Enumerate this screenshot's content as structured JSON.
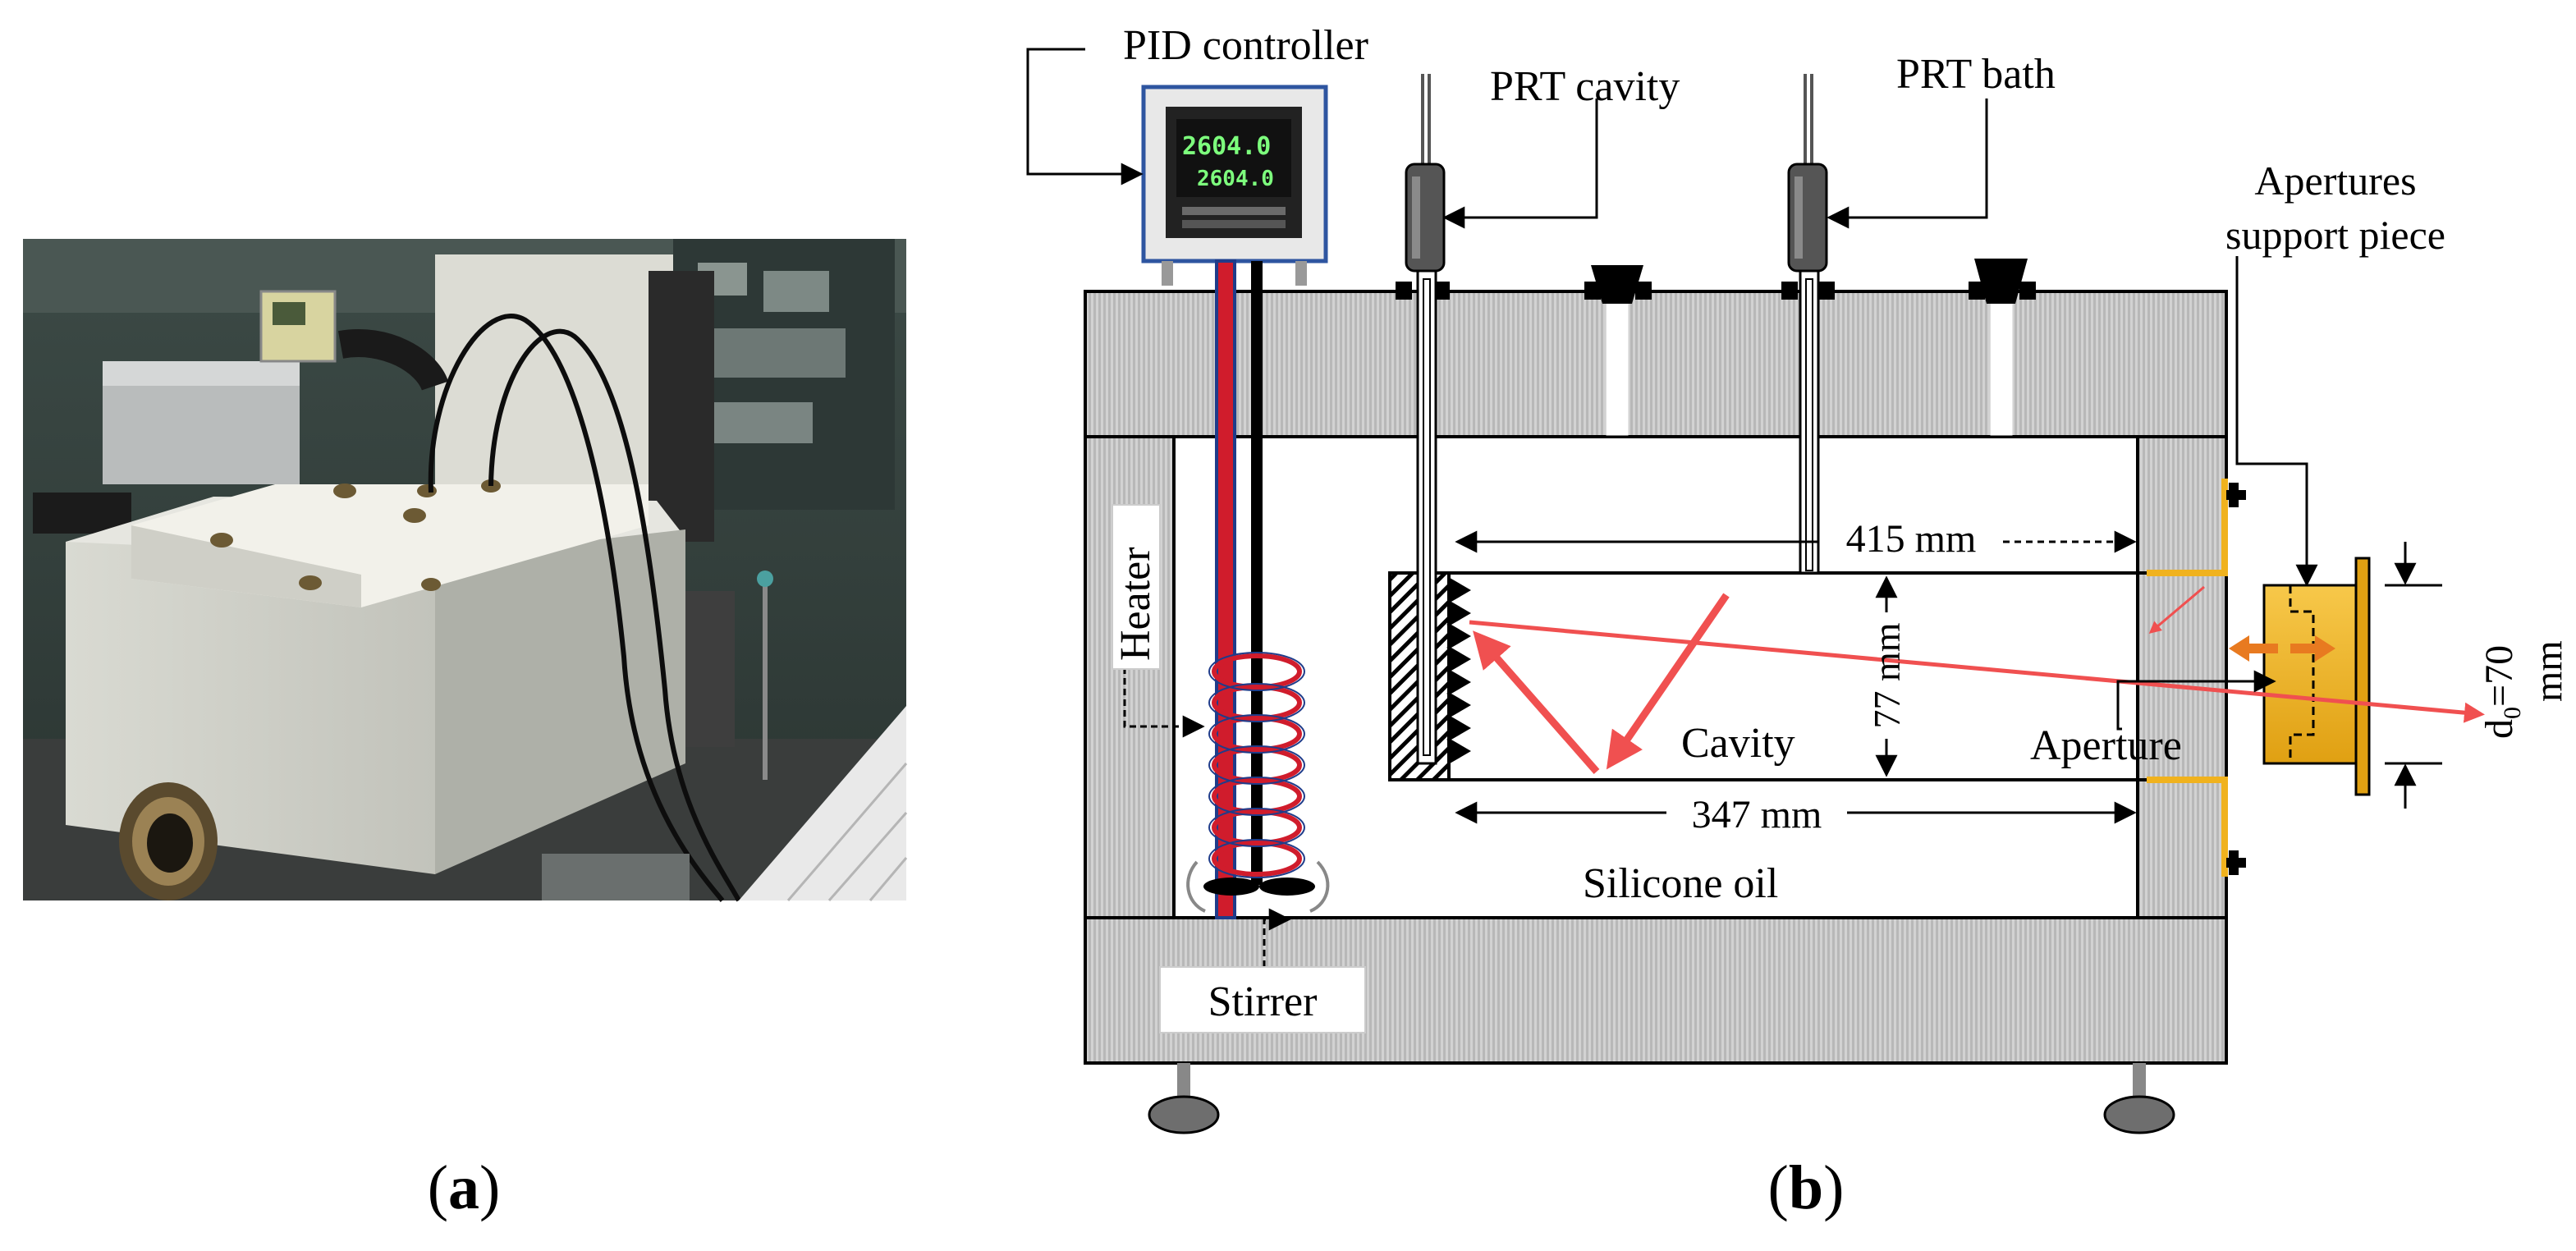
{
  "panel_a": {
    "caption_open": "(",
    "caption_letter": "a",
    "caption_close": ")"
  },
  "panel_b": {
    "caption_open": "(",
    "caption_letter": "b",
    "caption_close": ")",
    "labels": {
      "pid_controller": "PID controller",
      "prt_cavity": "PRT cavity",
      "prt_bath": "PRT bath",
      "apertures_support_line1": "Apertures",
      "apertures_support_line2": "support piece",
      "heater": "Heater",
      "stirrer": "Stirrer",
      "cavity": "Cavity",
      "silicone_oil": "Silicone oil",
      "aperture": "Aperture",
      "dim_length_top": "415 mm",
      "dim_length_bottom": "347 mm",
      "dim_height": "77 mm",
      "dim_d0_main": "d",
      "dim_d0_sub": "0",
      "dim_d0_value": "=70",
      "dim_d0_unit": "mm"
    },
    "pid_display": {
      "line1": "2604.0",
      "line2": "2604.0"
    }
  },
  "colors": {
    "housing": "#c9c9c9",
    "heater_wire": "#d01c2c",
    "ray": "#f05050",
    "support_piece": "#f0b21e",
    "background": "#ffffff"
  }
}
